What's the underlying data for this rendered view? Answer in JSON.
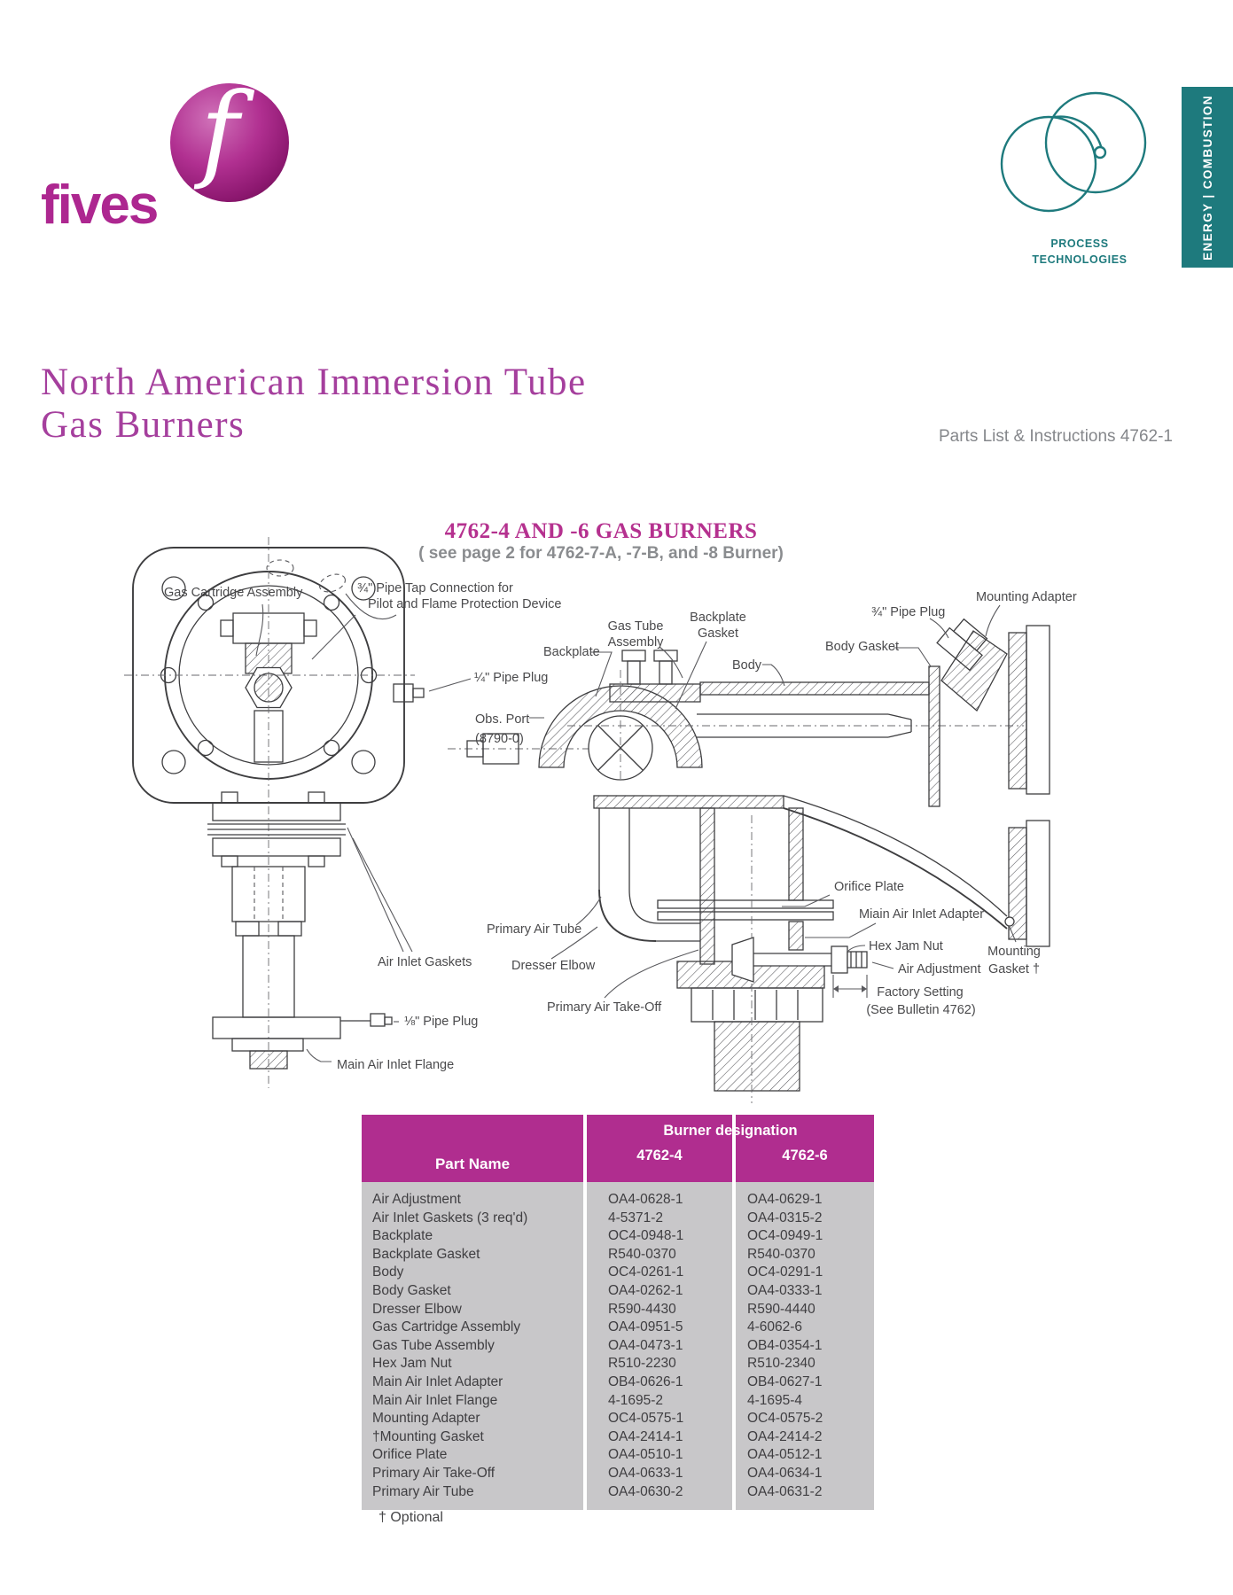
{
  "brand": {
    "wordmark": "fives",
    "logo_letter": "f",
    "process_logo": {
      "line1": "PROCESS",
      "line2": "TECHNOLOGIES"
    },
    "energy_tag": "ENERGY | COMBUSTION"
  },
  "header": {
    "title_line1": "North American Immersion Tube",
    "title_line2": "Gas Burners",
    "doc_ref": "Parts List & Instructions 4762-1"
  },
  "figure": {
    "heading": "4762-4 AND -6 GAS BURNERS",
    "subheading": "( see page 2 for 4762-7-A, -7-B, and -8 Burner)",
    "labels": {
      "gas_cartridge_assembly": "Gas Cartridge Assembly",
      "pipe_tap_line1": "¾\" Pipe Tap Connection for",
      "pipe_tap_line2": "Pilot and Flame Protection Device",
      "quarter_pipe_plug": "¼\" Pipe Plug",
      "obs_port_line1": "Obs. Port",
      "obs_port_line2": "(8790-0)",
      "backplate": "Backplate",
      "backplate_gasket_line1": "Backplate",
      "backplate_gasket_line2": "Gasket",
      "body": "Body",
      "gas_tube_line1": "Gas Tube",
      "gas_tube_line2": "Assembly",
      "three_quarter_pipe_plug": "¾\" Pipe Plug",
      "mounting_adapter": "Mounting Adapter",
      "body_gasket": "Body Gasket",
      "orifice_plate": "Orifice Plate",
      "main_air_inlet_adapter": "Miain Air Inlet Adapter",
      "hex_jam_nut": "Hex Jam Nut",
      "mounting_gasket_line1": "Mounting",
      "mounting_gasket_line2": "Gasket †",
      "air_adjustment": "Air Adjustment",
      "factory_setting_line1": "Factory Setting",
      "factory_setting_line2": "(See Bulletin 4762)",
      "primary_air_tube": "Primary Air Tube",
      "dresser_elbow": "Dresser Elbow",
      "primary_air_takeoff": "Primary Air Take-Off",
      "air_inlet_gaskets": "Air Inlet Gaskets",
      "eighth_pipe_plug": "⅛\" Pipe Plug",
      "main_air_inlet_flange": "Main Air Inlet Flange"
    }
  },
  "table": {
    "group_header": "Burner designation",
    "col_part": "Part Name",
    "col_a": "4762-4",
    "col_b": "4762-6",
    "rows": [
      {
        "part": "Air Adjustment",
        "a": "OA4-0628-1",
        "b": "OA4-0629-1"
      },
      {
        "part": "Air Inlet Gaskets (3 req'd)",
        "a": "4-5371-2",
        "b": "OA4-0315-2"
      },
      {
        "part": "Backplate",
        "a": "OC4-0948-1",
        "b": "OC4-0949-1"
      },
      {
        "part": "Backplate Gasket",
        "a": "R540-0370",
        "b": "R540-0370"
      },
      {
        "part": "Body",
        "a": "OC4-0261-1",
        "b": "OC4-0291-1"
      },
      {
        "part": "Body Gasket",
        "a": "OA4-0262-1",
        "b": "OA4-0333-1"
      },
      {
        "part": "Dresser Elbow",
        "a": "R590-4430",
        "b": "R590-4440"
      },
      {
        "part": "Gas Cartridge Assembly",
        "a": "OA4-0951-5",
        "b": "4-6062-6"
      },
      {
        "part": "Gas Tube Assembly",
        "a": "OA4-0473-1",
        "b": "OB4-0354-1"
      },
      {
        "part": "Hex Jam Nut",
        "a": "R510-2230",
        "b": "R510-2340"
      },
      {
        "part": "Main Air Inlet Adapter",
        "a": "OB4-0626-1",
        "b": "OB4-0627-1"
      },
      {
        "part": "Main Air Inlet Flange",
        "a": "4-1695-2",
        "b": "4-1695-4"
      },
      {
        "part": "Mounting Adapter",
        "a": "OC4-0575-1",
        "b": "OC4-0575-2"
      },
      {
        "part": "†Mounting Gasket",
        "a": "OA4-2414-1",
        "b": "OA4-2414-2"
      },
      {
        "part": "Orifice Plate",
        "a": "OA4-0510-1",
        "b": "OA4-0512-1"
      },
      {
        "part": "Primary Air Take-Off",
        "a": "OA4-0633-1",
        "b": "OA4-0634-1"
      },
      {
        "part": "Primary Air Tube",
        "a": "OA4-0630-2",
        "b": "OA4-0631-2"
      }
    ],
    "footnote": "† Optional"
  },
  "colors": {
    "magenta": "#b0308f",
    "teal": "#1e7a7d"
  }
}
